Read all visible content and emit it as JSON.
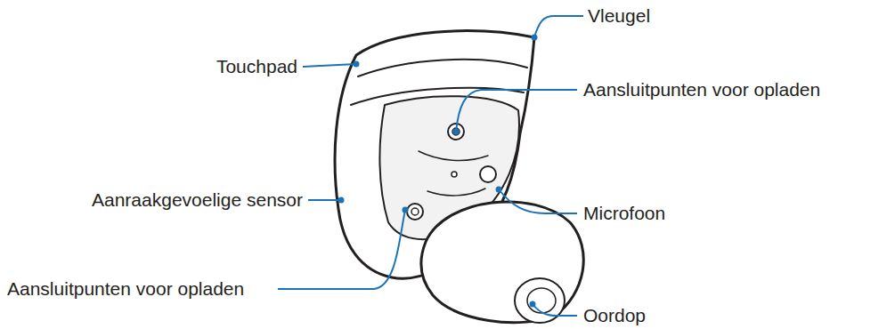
{
  "diagram": {
    "labels": [
      "Vleugel",
      "Touchpad",
      "Aansluitpunten voor opladen",
      "Microfoon",
      "Aanraakgevoelige sensor",
      "Aansluitpunten voor opladen",
      "Oordop"
    ]
  }
}
